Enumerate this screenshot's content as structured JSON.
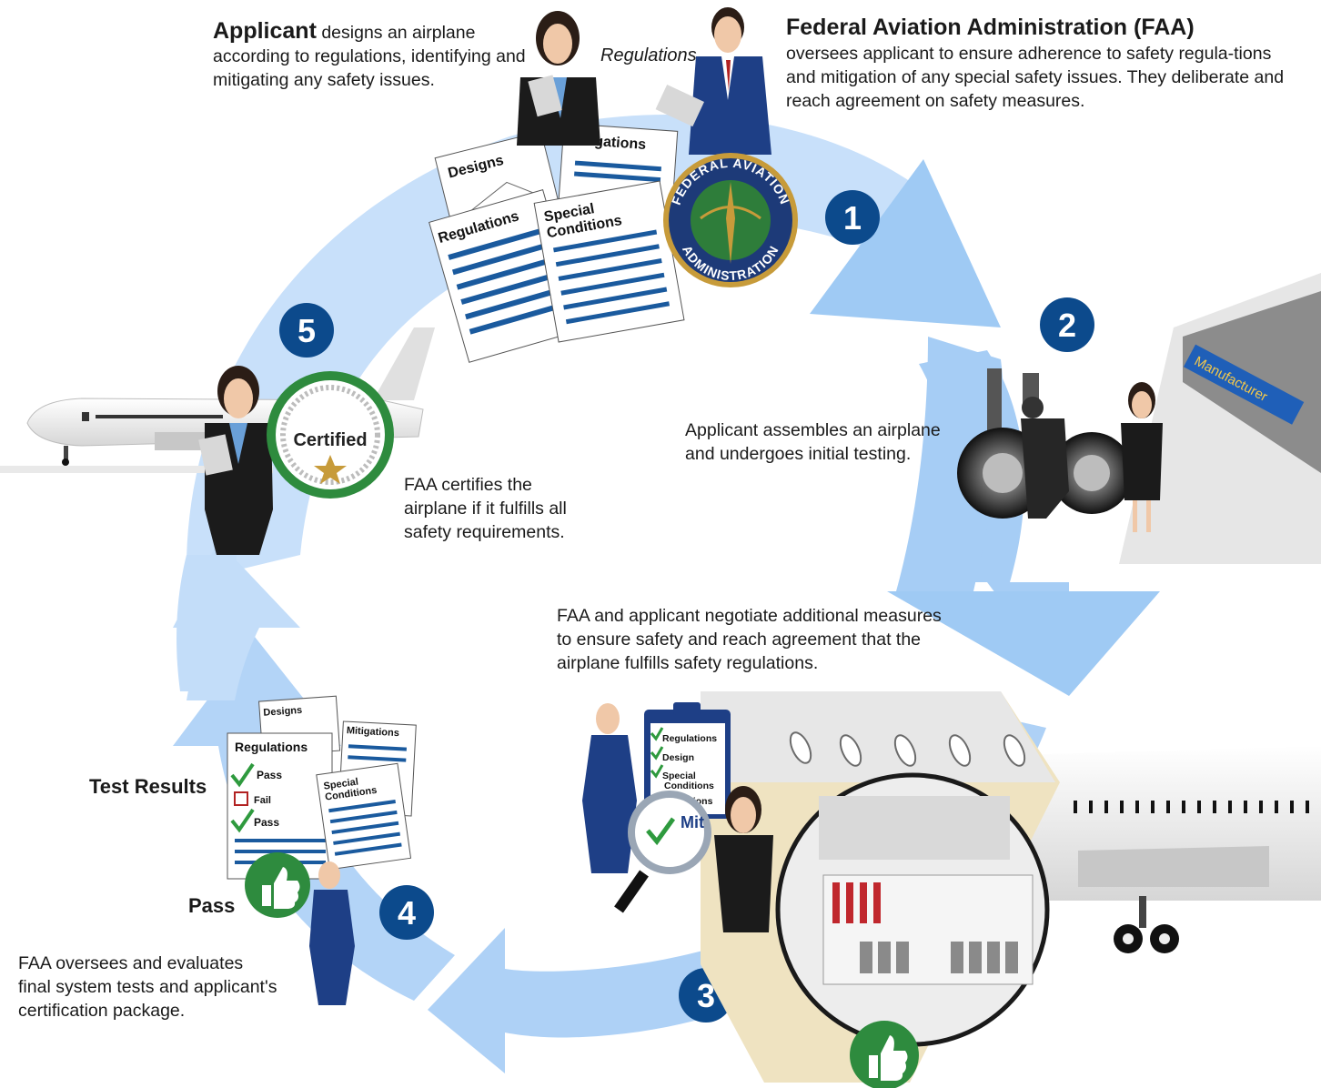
{
  "steps": [
    {
      "number": "1"
    },
    {
      "number": "2"
    },
    {
      "number": "3"
    },
    {
      "number": "4"
    },
    {
      "number": "5"
    }
  ],
  "step1": {
    "applicant_bold": "Applicant",
    "applicant_text": " designs an airplane according to regulations, identifying and mitigating any safety issues.",
    "faa_title": "Federal Aviation Administration (FAA)",
    "faa_text": "oversees applicant to ensure adherence to safety regula-tions and mitigation of any special safety issues. They deliberate and reach agreement on safety measures.",
    "regulations_label": "Regulations",
    "doc_designs": "Designs",
    "doc_mitigations": "Mitigations",
    "doc_regulations": "Regulations",
    "doc_special_1": "Special",
    "doc_special_2": "Conditions",
    "seal_top": "FEDERAL AVIATION",
    "seal_bottom": "ADMINISTRATION"
  },
  "step2": {
    "text_line1": "Applicant assembles an airplane",
    "text_line2": "and undergoes initial testing.",
    "manufacturer_sign": "Manufacturer"
  },
  "step3": {
    "text_line1": "FAA and applicant negotiate additional measures",
    "text_line2": "to ensure safety and reach agreement that the",
    "text_line3": "airplane fulfills safety regulations.",
    "checklist": [
      "Regulations",
      "Design",
      "Special",
      "Conditions",
      "Mitigations"
    ],
    "magnifier_text": "Mit"
  },
  "step4": {
    "test_results": "Test Results",
    "pass_label": "Pass",
    "text_line1": "FAA oversees and evaluates",
    "text_line2": "final system tests and applicant's",
    "text_line3": "certification package.",
    "doc_designs": "Designs",
    "doc_mitigations": "Mitigations",
    "doc_regulations": "Regulations",
    "doc_pass1": "Pass",
    "doc_fail": "Fail",
    "doc_pass2": "Pass",
    "doc_special_1": "Special",
    "doc_special_2": "Conditions"
  },
  "step5": {
    "text_line1": "FAA certifies the",
    "text_line2": "airplane if it fulfills all",
    "text_line3": "safety requirements.",
    "certified": "Certified"
  },
  "colors": {
    "arrow_light": "#cfe4fb",
    "arrow_mid": "#a9cff6",
    "step_circle": "#0c4a8c",
    "doc_stripe": "#1a5a9e",
    "seal_green": "#2e8b3e",
    "suit_navy": "#1e3f86"
  }
}
